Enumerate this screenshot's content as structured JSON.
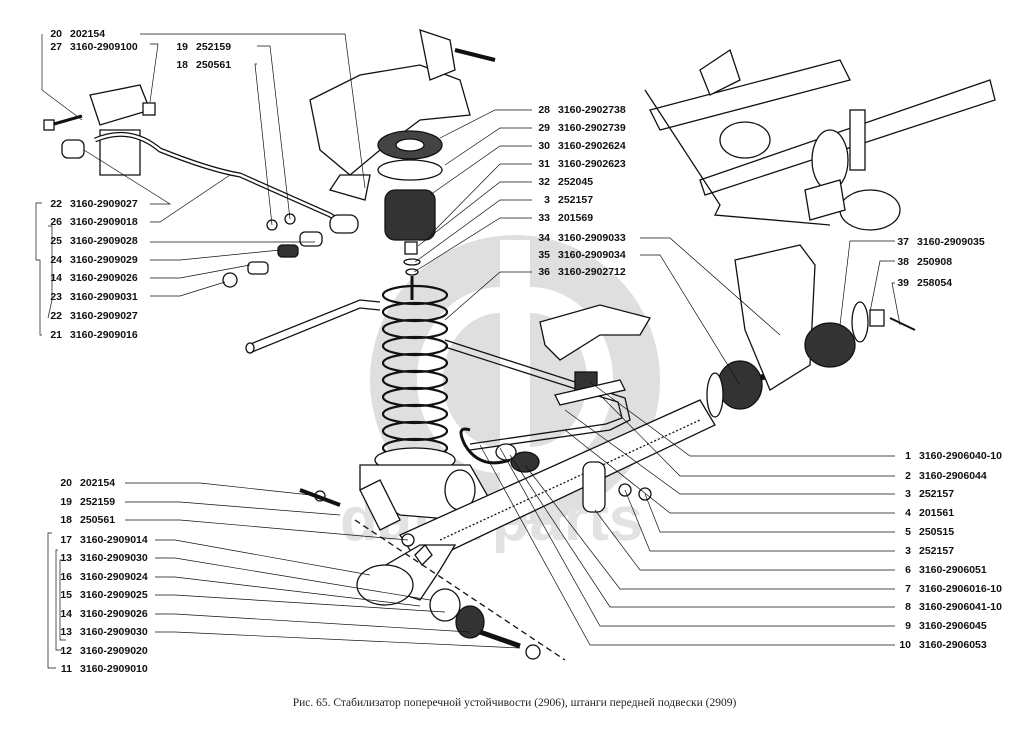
{
  "figure": {
    "caption": "Рис. 65. Стабилизатор поперечной устойчивости (2906), штанги передней подвески (2909)",
    "watermark_text": "datarparts",
    "colors": {
      "ink": "#111111",
      "watermark": "#d9d9d9",
      "background": "#ffffff"
    }
  },
  "callouts": {
    "top_left": [
      {
        "num": "20",
        "part": "202154"
      },
      {
        "num": "27",
        "part": "3160-2909100"
      },
      {
        "num": "19",
        "part": "252159"
      },
      {
        "num": "18",
        "part": "250561"
      }
    ],
    "left_upper": [
      {
        "num": "22",
        "part": "3160-2909027"
      },
      {
        "num": "26",
        "part": "3160-2909018"
      },
      {
        "num": "25",
        "part": "3160-2909028"
      },
      {
        "num": "24",
        "part": "3160-2909029"
      },
      {
        "num": "14",
        "part": "3160-2909026"
      },
      {
        "num": "23",
        "part": "3160-2909031"
      },
      {
        "num": "22",
        "part": "3160-2909027"
      },
      {
        "num": "21",
        "part": "3160-2909016"
      }
    ],
    "center": [
      {
        "num": "28",
        "part": "3160-2902738"
      },
      {
        "num": "29",
        "part": "3160-2902739"
      },
      {
        "num": "30",
        "part": "3160-2902624"
      },
      {
        "num": "31",
        "part": "3160-2902623"
      },
      {
        "num": "32",
        "part": "252045"
      },
      {
        "num": "3",
        "part": "252157"
      },
      {
        "num": "33",
        "part": "201569"
      },
      {
        "num": "34",
        "part": "3160-2909033"
      },
      {
        "num": "35",
        "part": "3160-2909034"
      },
      {
        "num": "36",
        "part": "3160-2902712"
      }
    ],
    "right_upper": [
      {
        "num": "37",
        "part": "3160-2909035"
      },
      {
        "num": "38",
        "part": "250908"
      },
      {
        "num": "39",
        "part": "258054"
      }
    ],
    "right_lower": [
      {
        "num": "1",
        "part": "3160-2906040-10"
      },
      {
        "num": "2",
        "part": "3160-2906044"
      },
      {
        "num": "3",
        "part": "252157"
      },
      {
        "num": "4",
        "part": "201561"
      },
      {
        "num": "5",
        "part": "250515"
      },
      {
        "num": "3",
        "part": "252157"
      },
      {
        "num": "6",
        "part": "3160-2906051"
      },
      {
        "num": "7",
        "part": "3160-2906016-10"
      },
      {
        "num": "8",
        "part": "3160-2906041-10"
      },
      {
        "num": "9",
        "part": "3160-2906045"
      },
      {
        "num": "10",
        "part": "3160-2906053"
      }
    ],
    "left_lower": [
      {
        "num": "20",
        "part": "202154"
      },
      {
        "num": "19",
        "part": "252159"
      },
      {
        "num": "18",
        "part": "250561"
      },
      {
        "num": "17",
        "part": "3160-2909014"
      },
      {
        "num": "13",
        "part": "3160-2909030"
      },
      {
        "num": "16",
        "part": "3160-2909024"
      },
      {
        "num": "15",
        "part": "3160-2909025"
      },
      {
        "num": "14",
        "part": "3160-2909026"
      },
      {
        "num": "13",
        "part": "3160-2909030"
      },
      {
        "num": "12",
        "part": "3160-2909020"
      },
      {
        "num": "11",
        "part": "3160-2909010"
      }
    ]
  }
}
